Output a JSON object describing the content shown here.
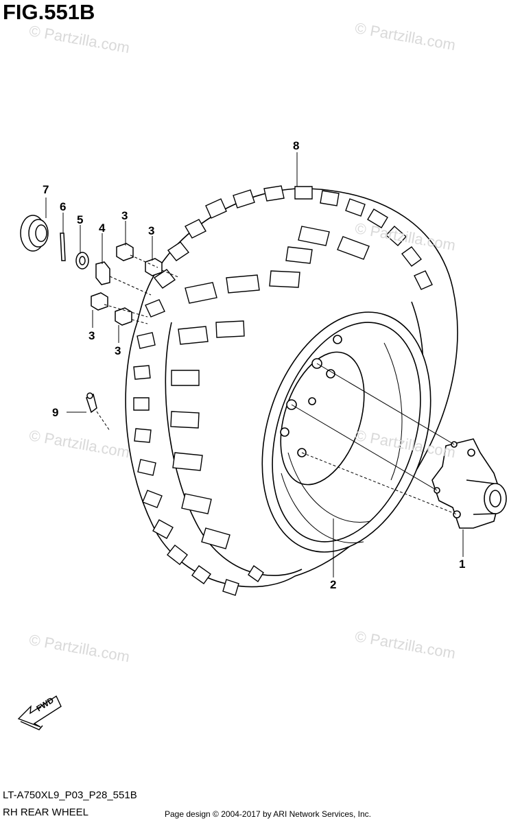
{
  "figure": {
    "title": "FIG.551B"
  },
  "watermark": {
    "text": "© Partzilla.com"
  },
  "callouts": {
    "c1": "1",
    "c2": "2",
    "c3a": "3",
    "c3b": "3",
    "c3c": "3",
    "c3d": "3",
    "c4": "4",
    "c5": "5",
    "c6": "6",
    "c7": "7",
    "c8": "8",
    "c9": "9"
  },
  "fwd": {
    "label": "FWD"
  },
  "footer": {
    "code": "LT-A750XL9_P03_P28_551B",
    "name": "RH REAR WHEEL",
    "copyright": "Page design © 2004-2017 by ARI Network Services, Inc."
  }
}
